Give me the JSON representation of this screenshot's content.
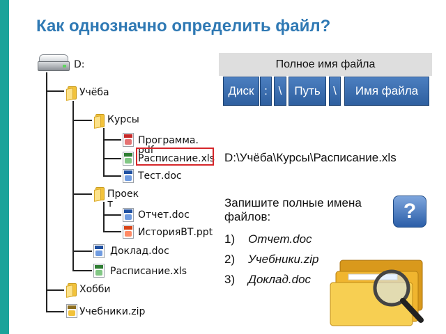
{
  "title": "Как однозначно определить файл?",
  "tree": {
    "drive_label": "D:",
    "items": [
      {
        "label": "Учёба",
        "kind": "folder"
      },
      {
        "label": "Курсы",
        "kind": "folder"
      },
      {
        "label": "Программа.pdf",
        "kind": "pdf"
      },
      {
        "label": "Расписание.xls",
        "kind": "xls"
      },
      {
        "label": "Тест.doc",
        "kind": "doc"
      },
      {
        "label": "Проект",
        "kind": "folder"
      },
      {
        "label": "Отчет.doc",
        "kind": "doc"
      },
      {
        "label": "ИсторияВТ.ppt",
        "kind": "ppt"
      },
      {
        "label": "Доклад.doc",
        "kind": "doc"
      },
      {
        "label": "Расписание.xls",
        "kind": "xls"
      },
      {
        "label": "Хобби",
        "kind": "folder"
      },
      {
        "label": "Учебники.zip",
        "kind": "zip"
      }
    ]
  },
  "fullname": {
    "header": "Полное имя файла",
    "parts": [
      "Диск",
      ":",
      "\\",
      "Путь",
      "\\",
      "Имя файла"
    ]
  },
  "example_path": "D:\\Учёба\\Курсы\\Расписание.xls",
  "task": {
    "text": "Запишите полные имена файлов:",
    "items": [
      {
        "num": "1)",
        "text": "Отчет.doc"
      },
      {
        "num": "2)",
        "text": "Учебники.zip"
      },
      {
        "num": "3)",
        "text": "Доклад.doc"
      }
    ]
  },
  "help_button": "?",
  "colors": {
    "title": "#2f79b4",
    "accent_stripe": "#1aa39a",
    "path_box": "#3a6fb2",
    "highlight": "#d6262a",
    "folder": "#f2c23a"
  }
}
